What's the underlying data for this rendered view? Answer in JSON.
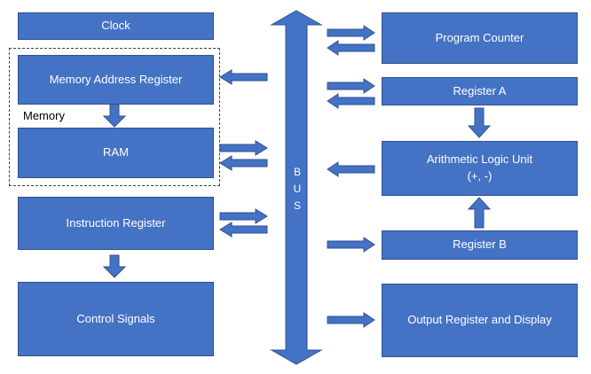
{
  "diagram": {
    "bus_label": [
      "B",
      "U",
      "S"
    ],
    "memory_group_label": "Memory",
    "blocks": {
      "clock": "Clock",
      "mar": "Memory Address Register",
      "ram": "RAM",
      "instruction_register": "Instruction Register",
      "control_signals": "Control Signals",
      "program_counter": "Program Counter",
      "register_a": "Register A",
      "alu_line1": "Arithmetic Logic Unit",
      "alu_line2": "(+, -)",
      "register_b": "Register B",
      "output_register": "Output Register and Display"
    },
    "colors": {
      "block_fill": "#4472C4",
      "block_border": "#2F528F",
      "text": "#ffffff"
    }
  }
}
